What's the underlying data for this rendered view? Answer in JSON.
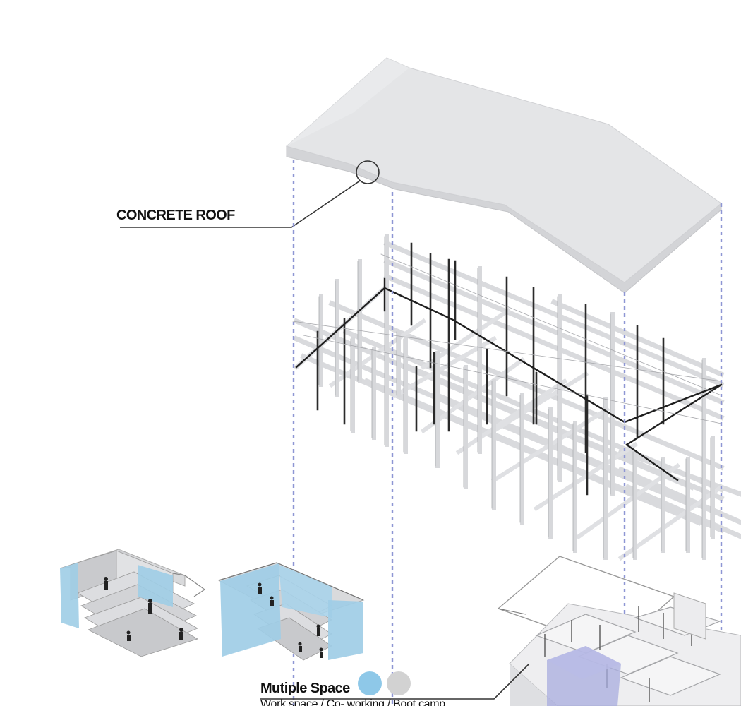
{
  "labels": {
    "roof": "CONCRETE ROOF",
    "space_title": "Mutiple Space",
    "space_subtitle": "Work space / Co- working / Boot camp"
  },
  "colors": {
    "roof_top": "#e3e4e6",
    "roof_edge": "#d2d3d6",
    "guide_line": "#8e96d4",
    "curtain": "#9fcde6",
    "dot_blue": "#8ec8e8",
    "dot_grey": "#d2d2d2",
    "highlight": "#a8acdf",
    "frame_dark": "#222222",
    "frame_light": "#d6d7da"
  },
  "legend_dots": [
    "blue-dot-icon",
    "grey-dot-icon"
  ]
}
